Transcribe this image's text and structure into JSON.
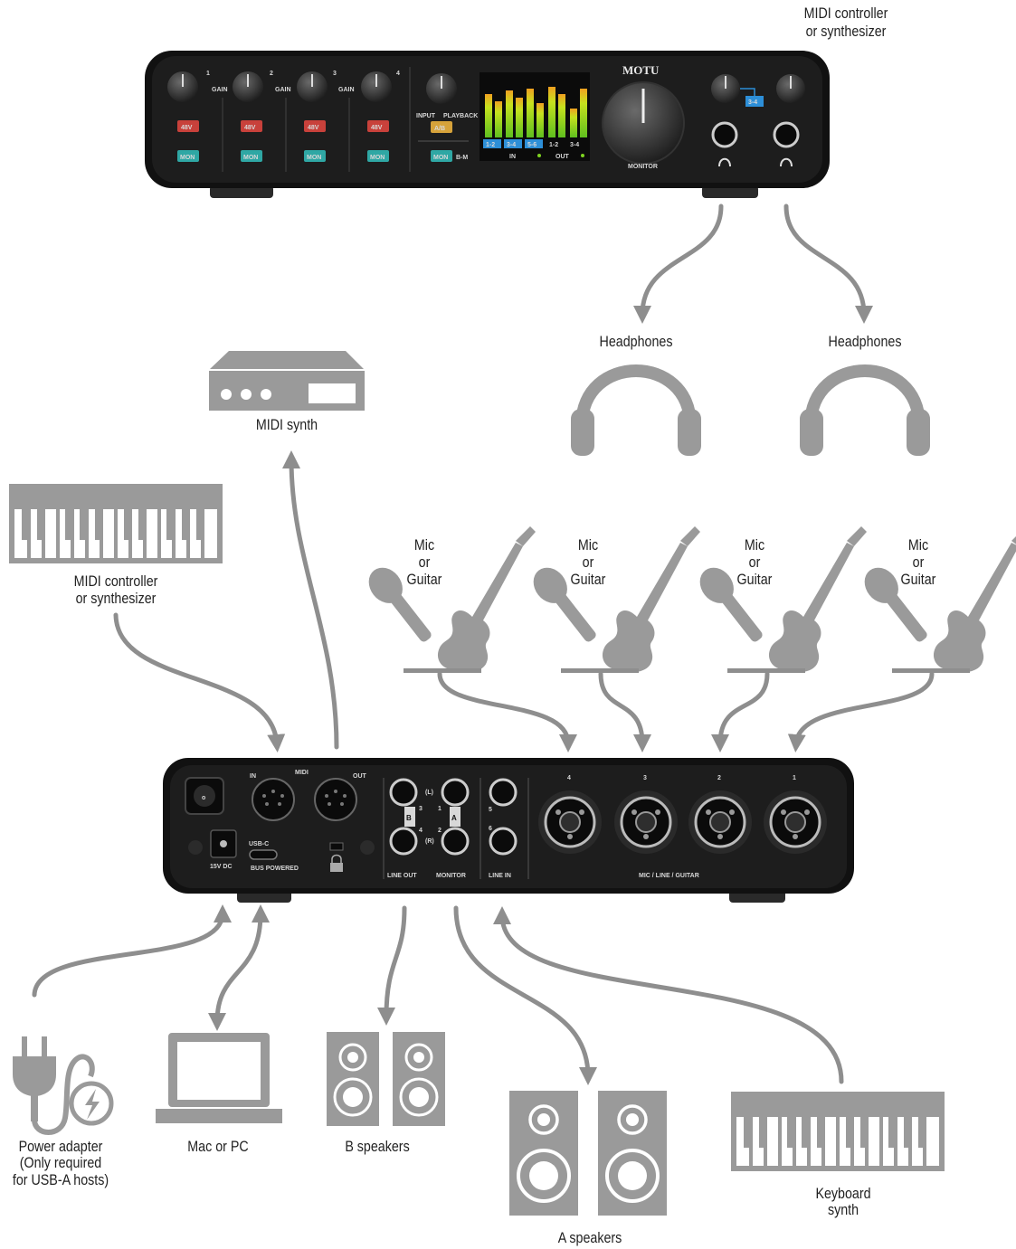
{
  "labels": {
    "midi_controller_top_line1": "MIDI controller",
    "midi_controller_top_line2": "or synthesizer",
    "headphones_left": "Headphones",
    "headphones_right": "Headphones",
    "midi_synth": "MIDI synth",
    "midi_controller_left_line1": "MIDI controller",
    "midi_controller_left_line2": "or synthesizer",
    "mic_line1": "Mic",
    "mic_line2": "or",
    "mic_line3": "Guitar",
    "power_line1": "Power adapter",
    "power_line2": "(Only required",
    "power_line3": "for USB-A hosts)",
    "mac_pc": "Mac or PC",
    "b_speakers": "B speakers",
    "a_speakers": "A speakers",
    "keyboard_line1": "Keyboard",
    "keyboard_line2": "synth"
  },
  "front_panel": {
    "brand": "MOTU",
    "ch1": "1",
    "ch2": "2",
    "ch3": "3",
    "ch4": "4",
    "gain": "GAIN",
    "v48": "48V",
    "mon": "MON",
    "input_label": "INPUT",
    "playback_label": "PLAYBACK",
    "ab": "A/B",
    "mon_ab": "MON",
    "ab_small": "B-M",
    "meter_tags": [
      "1-2",
      "3-4",
      "5-6",
      "1-2",
      "3-4"
    ],
    "meter_in": "IN",
    "meter_out": "OUT",
    "monitor": "MONITOR",
    "hp_assign": "3-4"
  },
  "rear_panel": {
    "midi": "MIDI",
    "midi_in": "IN",
    "midi_out": "OUT",
    "dc": "15V DC",
    "usbc": "USB-C",
    "bus_powered": "BUS POWERED",
    "line_out": "LINE OUT",
    "monitor": "MONITOR",
    "line_in": "LINE IN",
    "mic_line_guitar": "MIC / LINE / GUITAR",
    "jack_nums": [
      "3",
      "4",
      "1",
      "2",
      "5",
      "6"
    ],
    "jack_l": "(L)",
    "jack_r": "(R)",
    "jack_b": "B",
    "jack_a": "A",
    "xlr_nums": [
      "4",
      "3",
      "2",
      "1"
    ]
  },
  "colors": {
    "device_body": "#1c1c1c",
    "icon_gray": "#9a9a9a",
    "arrow_gray": "#8e8e8e",
    "phantom_red": "#c8413b",
    "mon_teal": "#2fa7a4",
    "ab_amber": "#d6a23a",
    "meter_green": "#7ed321",
    "meter_blue": "#2d8fd8"
  }
}
